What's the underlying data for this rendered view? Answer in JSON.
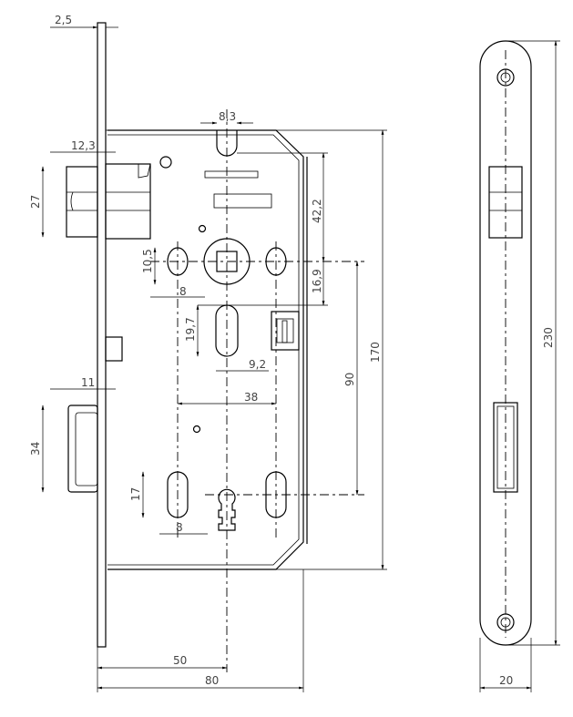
{
  "title": "Mortise lock technical drawing",
  "dimensions": {
    "faceplate_thickness": "2,5",
    "follower_slot_width": "8,3",
    "latch_projection": "12,3",
    "latch_height": "27",
    "latch_to_follower": "42,2",
    "hole_height_upper": "10,5",
    "hole_width_upper": "8",
    "follower_to_slot": "16,9",
    "slot_height": "19,7",
    "slot_width": "9,2",
    "case_height": "170",
    "centre_distance": "90",
    "deadbolt_projection": "11",
    "hole_spacing": "38",
    "deadbolt_height": "34",
    "hole_height_lower": "17",
    "hole_width_lower": "8",
    "backset": "50",
    "case_depth": "80",
    "faceplate_length": "230",
    "faceplate_width": "20"
  }
}
